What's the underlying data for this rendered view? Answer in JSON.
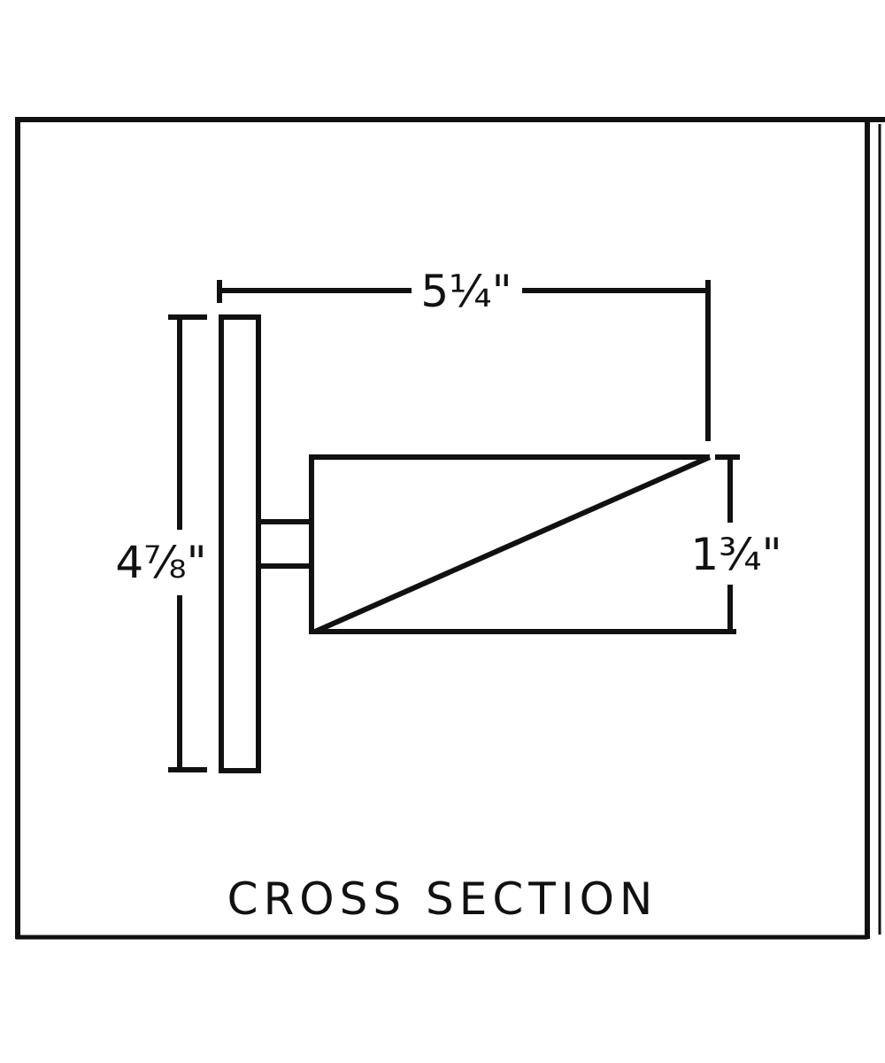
{
  "diagram": {
    "title": "CROSS SECTION",
    "dimensions": {
      "width": "5¼\"",
      "height": "4⅞\"",
      "depth": "1¾\""
    },
    "colors": {
      "line": "#111111",
      "background": "#ffffff"
    }
  }
}
